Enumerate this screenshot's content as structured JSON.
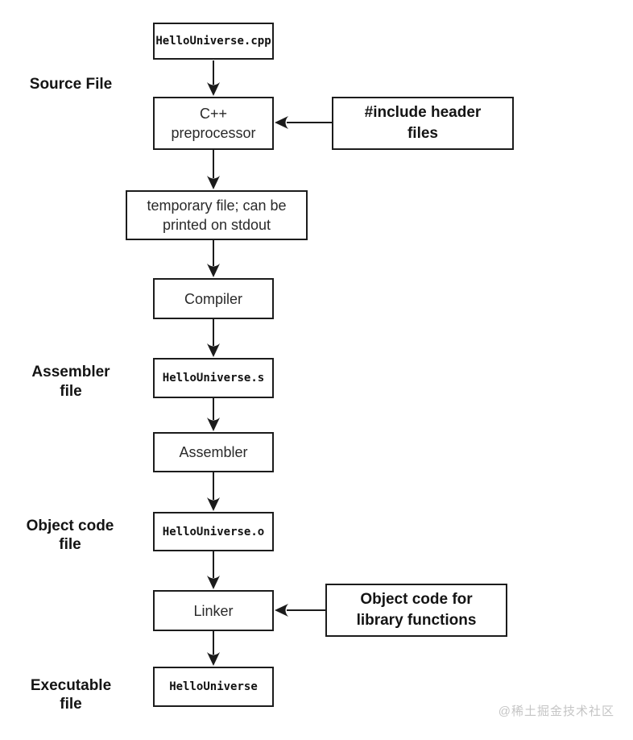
{
  "flowchart": {
    "stages": {
      "source_file": {
        "label": "Source File"
      },
      "assembler_file": {
        "lines": [
          "Assembler",
          "file"
        ]
      },
      "object_code_file": {
        "lines": [
          "Object code",
          "file"
        ]
      },
      "executable_file": {
        "lines": [
          "Executable",
          "file"
        ]
      }
    },
    "nodes": {
      "source": {
        "text": "HelloUniverse.cpp"
      },
      "preprocessor": {
        "lines": [
          "C++",
          "preprocessor"
        ]
      },
      "include_headers": {
        "lines": [
          "#include header",
          "files"
        ]
      },
      "temp_file": {
        "lines": [
          "temporary file; can be",
          "printed on stdout"
        ]
      },
      "compiler": {
        "text": "Compiler"
      },
      "assembly_output": {
        "text": "HelloUniverse.s"
      },
      "assembler": {
        "text": "Assembler"
      },
      "object_output": {
        "text": "HelloUniverse.o"
      },
      "linker": {
        "text": "Linker"
      },
      "library_objects": {
        "lines": [
          "Object code for",
          "library functions"
        ]
      },
      "executable_output": {
        "text": "HelloUniverse"
      }
    },
    "colors": {
      "line": "#1b1b1b",
      "border": "#1c1c1c",
      "background": "#ffffff",
      "watermark": "#c5c5c5"
    }
  },
  "watermark": "@稀土掘金技术社区"
}
